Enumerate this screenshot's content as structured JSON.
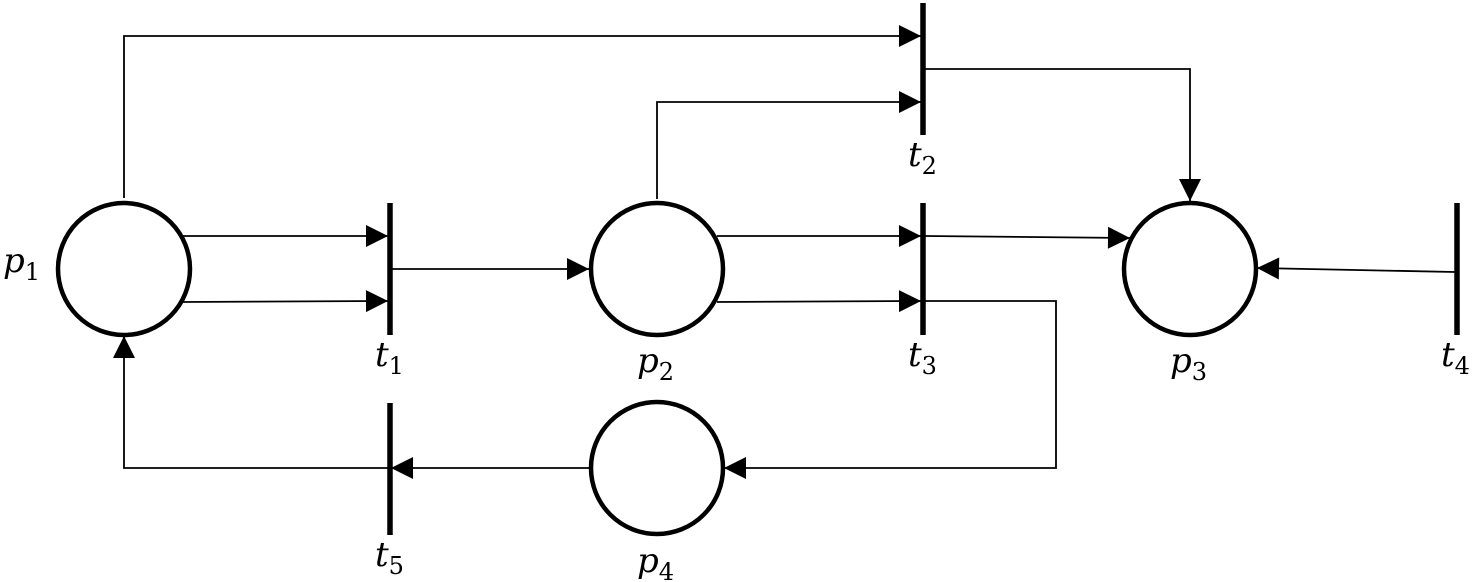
{
  "places": [
    {
      "id": "p1",
      "name": "p",
      "index": "1"
    },
    {
      "id": "p2",
      "name": "p",
      "index": "2"
    },
    {
      "id": "p3",
      "name": "p",
      "index": "3"
    },
    {
      "id": "p4",
      "name": "p",
      "index": "4"
    }
  ],
  "transitions": [
    {
      "id": "t1",
      "name": "t",
      "index": "1"
    },
    {
      "id": "t2",
      "name": "t",
      "index": "2"
    },
    {
      "id": "t3",
      "name": "t",
      "index": "3"
    },
    {
      "id": "t4",
      "name": "t",
      "index": "4"
    },
    {
      "id": "t5",
      "name": "t",
      "index": "5"
    }
  ],
  "arcs": [
    {
      "from": "p1",
      "to": "t2"
    },
    {
      "from": "p1",
      "to": "t1"
    },
    {
      "from": "p1",
      "to": "t1"
    },
    {
      "from": "t1",
      "to": "p2"
    },
    {
      "from": "p2",
      "to": "t2"
    },
    {
      "from": "p2",
      "to": "t3"
    },
    {
      "from": "p2",
      "to": "t3"
    },
    {
      "from": "t2",
      "to": "p3"
    },
    {
      "from": "t3",
      "to": "p3"
    },
    {
      "from": "t4",
      "to": "p3"
    },
    {
      "from": "t3",
      "to": "p4"
    },
    {
      "from": "p4",
      "to": "t5"
    },
    {
      "from": "t5",
      "to": "p1"
    }
  ]
}
